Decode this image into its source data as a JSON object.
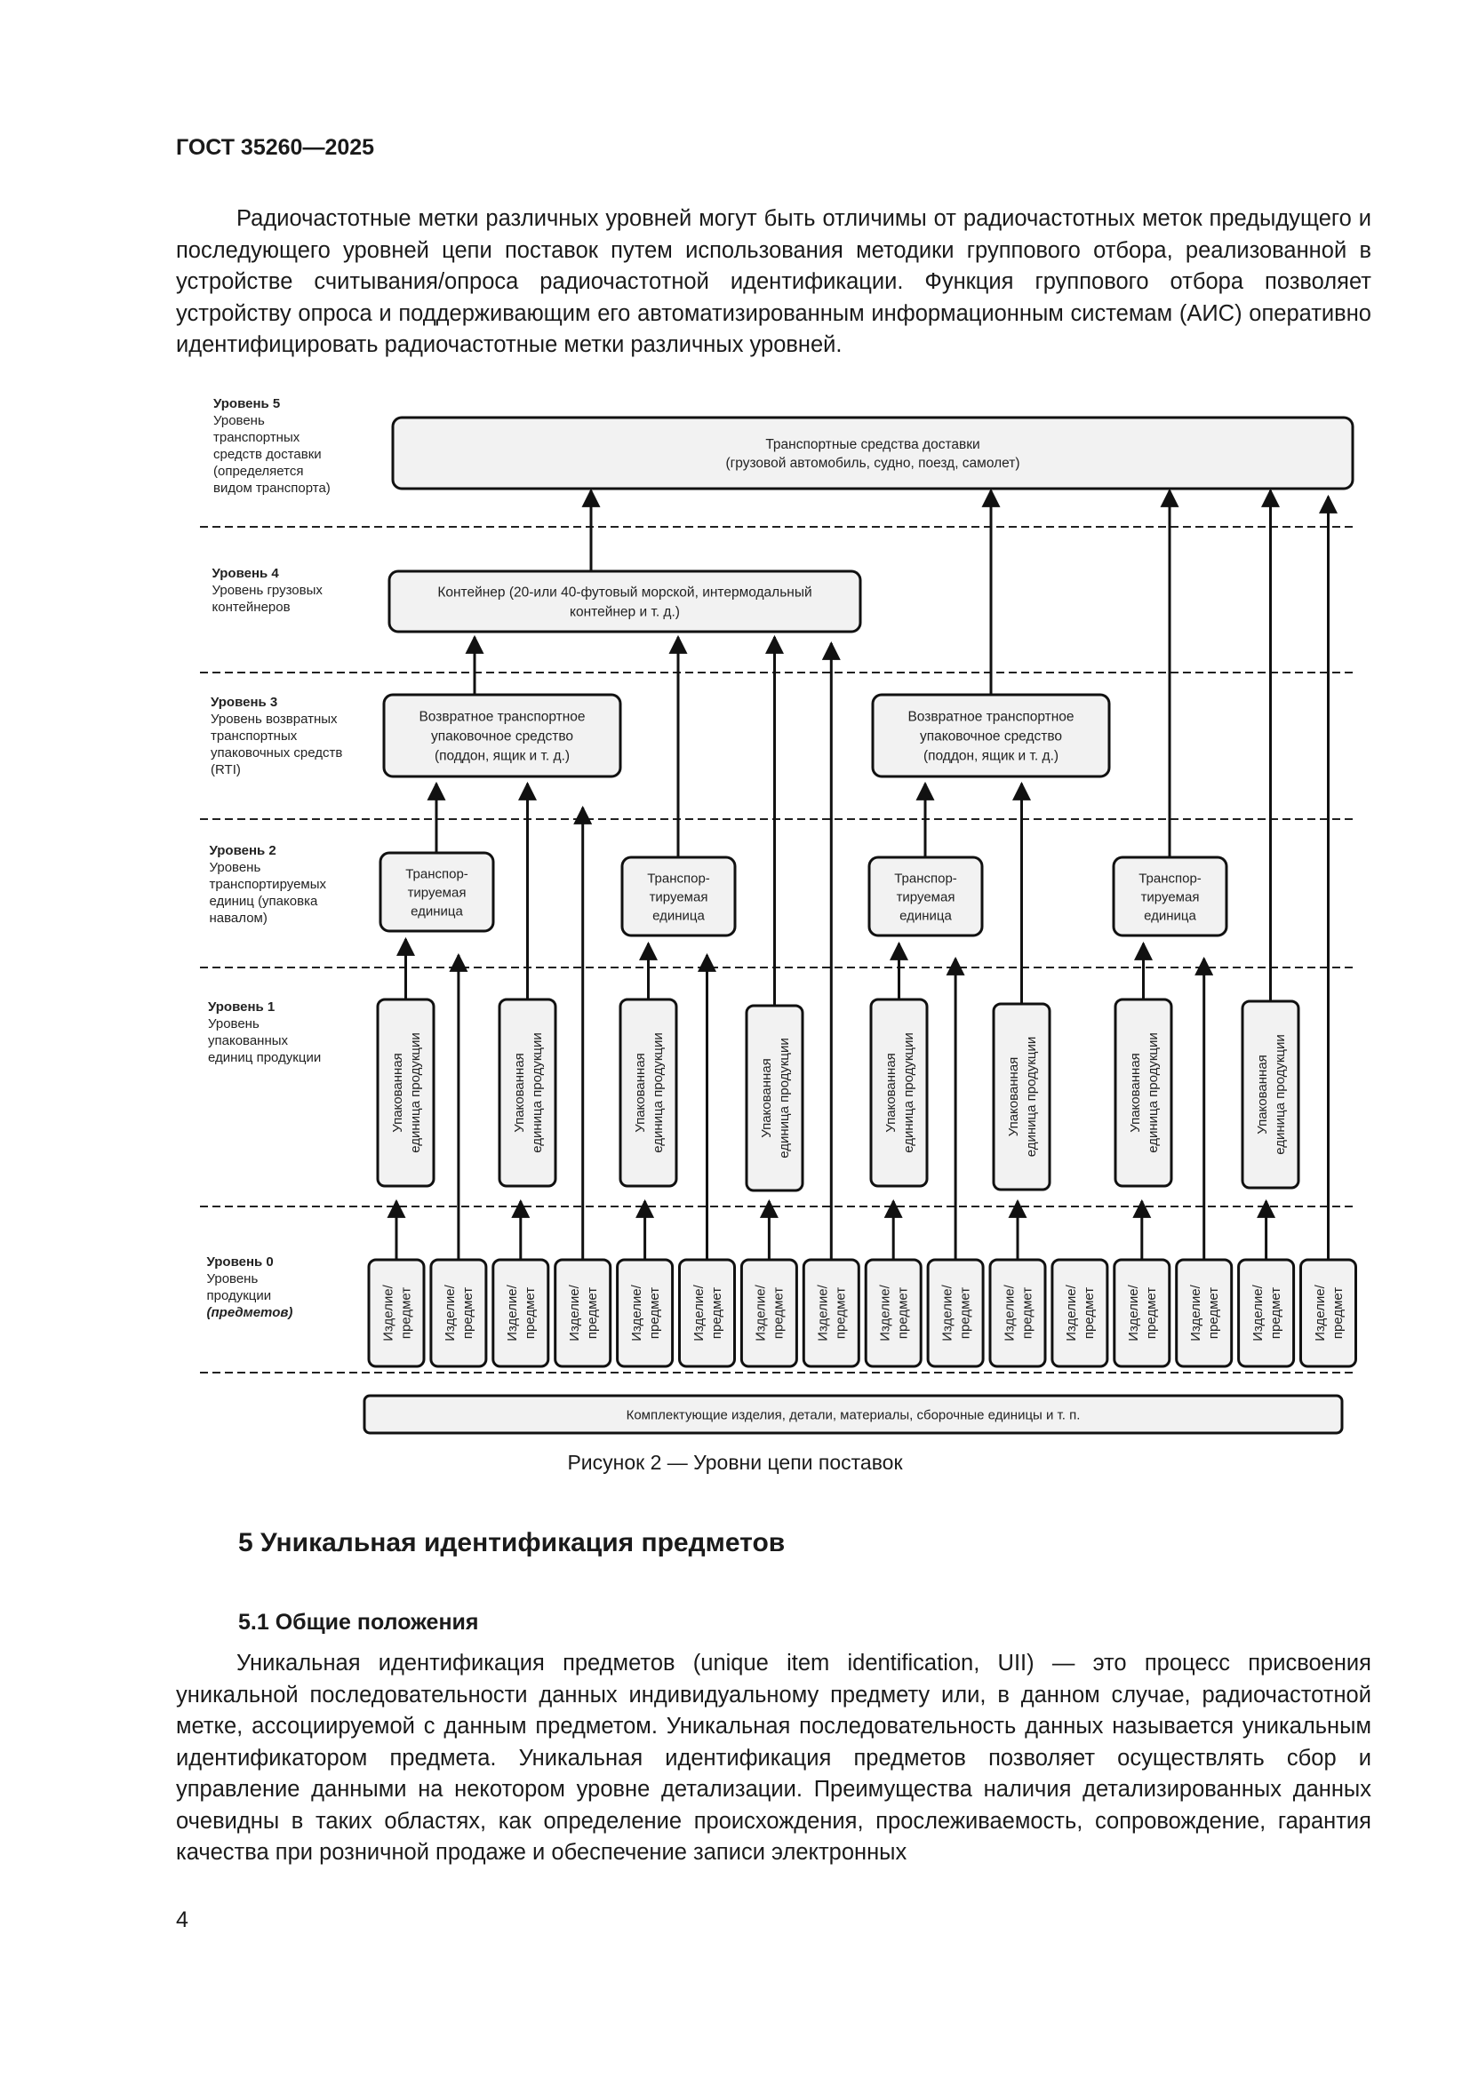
{
  "header": "ГОСТ 35260—2025",
  "intro": "Радиочастотные метки различных уровней могут быть отличимы от радиочастотных меток предыдущего и последующего уровней цепи поставок путем использования методики группового отбора, реализованной в устройстве считывания/опроса радиочастотной идентификации. Функция группового отбора позволяет устройству опроса и поддерживающим его автоматизированным информационным системам (АИС) оперативно идентифицировать радиочастотные метки различных уровней.",
  "figure": {
    "levels": [
      {
        "title": "Уровень 5",
        "lines": [
          "Уровень",
          "транспортных",
          "средств доставки",
          "(определяется",
          "видом транспорта)"
        ]
      },
      {
        "title": "Уровень 4",
        "lines": [
          "Уровень грузовых",
          "контейнеров"
        ]
      },
      {
        "title": "Уровень 3",
        "lines": [
          "Уровень возвратных",
          "транспортных",
          "упаковочных средств",
          "(RTI)"
        ]
      },
      {
        "title": "Уровень 2",
        "lines": [
          "Уровень",
          "транспортируемых",
          "единиц (упаковка",
          "навалом)"
        ]
      },
      {
        "title": "Уровень 1",
        "lines": [
          "Уровень",
          "упакованных",
          "единиц продукции"
        ]
      },
      {
        "title": "Уровень 0",
        "lines": [
          "Уровень",
          "продукции",
          "(предметов)"
        ]
      }
    ],
    "box_level5": [
      "Транспортные средства доставки",
      "(грузовой автомобиль, судно, поезд, самолет)"
    ],
    "box_level4": [
      "Контейнер (20-или 40-футовый морской, интермодальный",
      "контейнер и т. д.)"
    ],
    "box_rti": [
      "Возвратное транспортное",
      "упаковочное средство",
      "(поддон, ящик и т. д.)"
    ],
    "box_transport": [
      "Транспор-",
      "тируемая",
      "единица"
    ],
    "box_packaged": [
      "Упакованная",
      "единица продукции"
    ],
    "box_item": [
      "Изделие/",
      "предмет"
    ],
    "box_components": "Комплектующие изделия, детали, материалы, сборочные единицы и т. п.",
    "caption": "Рисунок 2 — Уровни цепи поставок"
  },
  "section_title": "5  Уникальная идентификация предметов",
  "subsection_title": "5.1  Общие положения",
  "body": "Уникальная идентификация предметов (unique item identification, UII) — это процесс присвоения уникальной последовательности данных индивидуальному предмету или, в данном случае, радиочастотной метке, ассоциируемой с данным предметом. Уникальная последовательность данных называется уникальным идентификатором предмета. Уникальная идентификация предметов позволяет осуществлять сбор и управление данными на некотором уровне детализации. Преимущества наличия детализированных данных очевидны в таких областях, как определение происхождения, прослеживаемость, сопровождение, гарантия качества при розничной продаже и обеспечение записи электронных",
  "page_number": "4"
}
